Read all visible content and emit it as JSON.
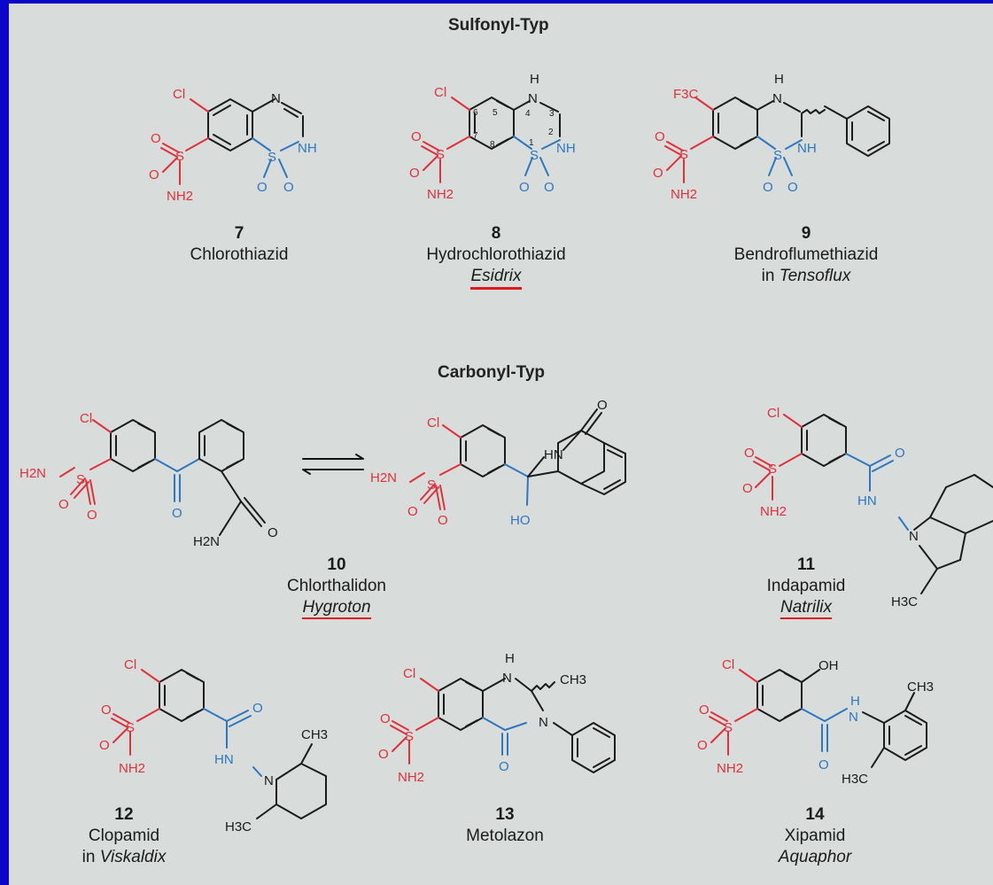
{
  "headers": {
    "sulfonyl": "Sulfonyl-Typ",
    "carbonyl": "Carbonyl-Typ"
  },
  "compounds": [
    {
      "number": "7",
      "name": "Chlorothiazid",
      "prefix": "",
      "brand": ""
    },
    {
      "number": "8",
      "name": "Hydrochlorothiazid",
      "prefix": "",
      "brand": "Esidrix"
    },
    {
      "number": "9",
      "name": "Bendroflumethiazid",
      "prefix": "in ",
      "brand": "Tensoflux"
    },
    {
      "number": "10",
      "name": "Chlorthalidon",
      "prefix": "",
      "brand": "Hygroton"
    },
    {
      "number": "11",
      "name": "Indapamid",
      "prefix": "",
      "brand": "Natrilix"
    },
    {
      "number": "12",
      "name": "Clopamid",
      "prefix": "in ",
      "brand": "Viskaldix"
    },
    {
      "number": "13",
      "name": "Metolazon",
      "prefix": "",
      "brand": ""
    },
    {
      "number": "14",
      "name": "Xipamid",
      "prefix": "",
      "brand": "Aquaphor"
    }
  ],
  "atom_labels": {
    "cl": "Cl",
    "s": "S",
    "o": "O",
    "nh": "NH",
    "nh2": "NH2",
    "n": "N",
    "h": "H",
    "f3c": "F3C",
    "h2n": "H2N",
    "hn": "HN",
    "ho": "HO",
    "oh": "OH",
    "ch3": "CH3",
    "h3c": "H3C",
    "ring_numbers": [
      "1",
      "2",
      "3",
      "4",
      "5",
      "6",
      "7",
      "8"
    ]
  },
  "colors": {
    "frame": "#0b06c8",
    "panel": "#d8dcda",
    "red_groups": "#e0303a",
    "blue_groups": "#2d77c0",
    "bonds": "#1b1b1b",
    "underline": "#e01818"
  }
}
